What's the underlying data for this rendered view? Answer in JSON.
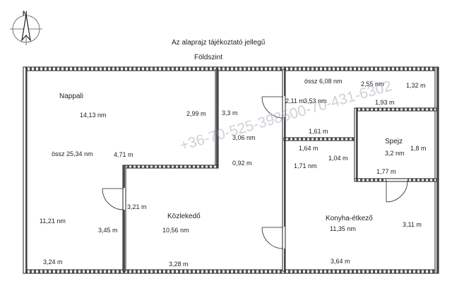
{
  "header": {
    "note": "Az alaprajz tájékoztató jellegű",
    "floor": "Földszint"
  },
  "compass": {
    "label": "N"
  },
  "watermark": "+36-70-525-398500-70-431-6302",
  "rooms": {
    "nappali": {
      "name": "Nappali",
      "area1": "14,13 nm",
      "total": "össz 25,34 nm",
      "area2": "11,21 nm",
      "dims": [
        "2,99 m",
        "4,71 m",
        "3,45 m",
        "3,24 m"
      ]
    },
    "kozlekedo": {
      "name": "Közlekedő",
      "area": "10,56 nm",
      "area_upper": "3,06 nm",
      "dims": [
        "3,3 m",
        "0,92 m",
        "3,21 m",
        "3,28 m"
      ]
    },
    "furdo": {
      "total": "össz 6,08 nm",
      "area1": "2,55 nm",
      "area2": "3,53 nm",
      "area3": "1,71 nm",
      "dims": [
        "1,32 m",
        "1,93 m",
        "2,11 m",
        "1,61 m",
        "1,64 m",
        "1,04 m"
      ]
    },
    "spejz": {
      "name": "Spejz",
      "area": "3,2 nm",
      "dims": [
        "1,8 m",
        "1,77 m"
      ]
    },
    "konyha": {
      "name": "Konyha-étkező",
      "area": "11,35 nm",
      "dims": [
        "3,11 m",
        "3,64 m"
      ]
    }
  }
}
